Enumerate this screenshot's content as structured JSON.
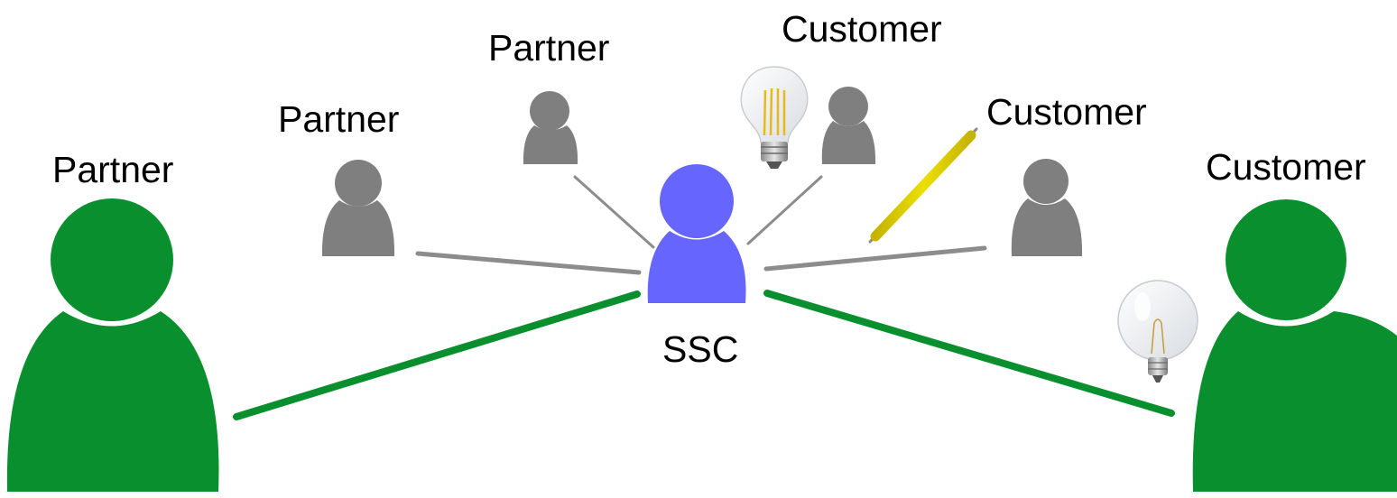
{
  "labels": {
    "partner_left": "Partner",
    "partner_mid": "Partner",
    "partner_top": "Partner",
    "customer_top": "Customer",
    "customer_mid": "Customer",
    "customer_right": "Customer",
    "center": "SSC"
  },
  "colors": {
    "center_person": "#6666ff",
    "main_person": "#0a8f2e",
    "secondary_person": "#7f7f7f",
    "main_link": "#0a8f2e",
    "secondary_link": "#8c8c8c",
    "bulb_filament": "#e8b820",
    "pen": "#f0e000"
  },
  "icons": {
    "center": "person-icon",
    "partners": "person-icon",
    "customers": "person-icon",
    "bulb_top": "filament-bulb-icon",
    "bulb_right": "globe-bulb-icon",
    "pen": "pen-icon"
  }
}
